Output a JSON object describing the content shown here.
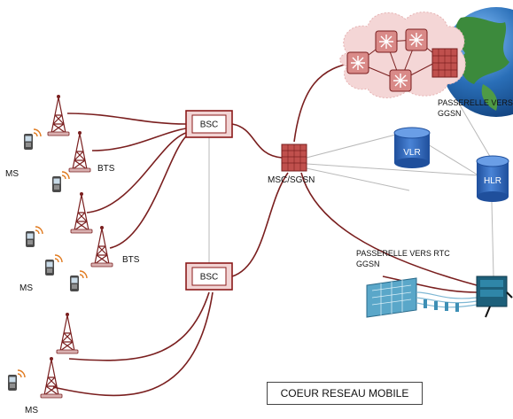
{
  "labels": {
    "bts_top": "BTS",
    "bts_mid": "BTS",
    "ms_top": "MS",
    "ms_mid": "MS",
    "ms_bottom": "MS",
    "bsc_top": "BSC",
    "bsc_bottom": "BSC",
    "msc": "MSC/SGSN",
    "vlr": "VLR",
    "hlr": "HLR",
    "gateway_ggsn_line1": "PASSERELLE VERS",
    "gateway_ggsn_line2": "GGSN",
    "gateway_rtc_line1": "PASSERELLE VERS RTC",
    "gateway_rtc_line2": "GGSN"
  },
  "title": "COEUR RESEAU MOBILE",
  "colors": {
    "link": "#7a1f1f",
    "grey_link": "#b9b9b9",
    "bsc_border": "#8b1a1a",
    "bsc_fill": "#f2d4d4",
    "router": "#c0504d",
    "database": "#2e5fb0",
    "cloud": "#f4d6d6",
    "globe_ocean": "#2a6fb8",
    "globe_land": "#3c8a3c"
  }
}
